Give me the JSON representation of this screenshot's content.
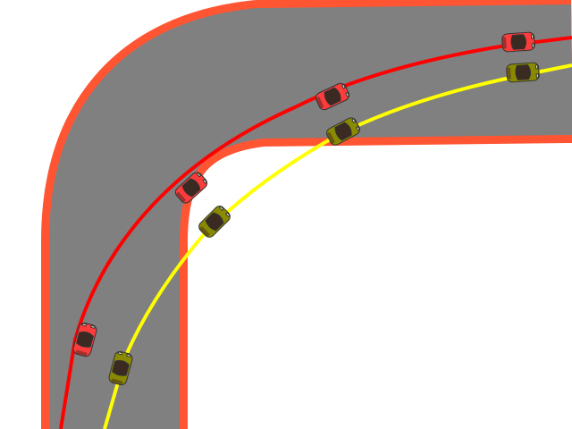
{
  "scene": {
    "background_color": "#ffffff",
    "track": {
      "asphalt_color": "#808080",
      "curb_color": "#ff5533"
    },
    "racing_lines": [
      {
        "name": "outer-line",
        "color": "#ff0000"
      },
      {
        "name": "inner-line",
        "color": "#ffff00"
      }
    ],
    "cars": [
      {
        "team": "red",
        "body_color": "#ff3b3b",
        "icon": "car-icon"
      },
      {
        "team": "red",
        "body_color": "#ff3b3b",
        "icon": "car-icon"
      },
      {
        "team": "red",
        "body_color": "#ff3b3b",
        "icon": "car-icon"
      },
      {
        "team": "red",
        "body_color": "#ff3b3b",
        "icon": "car-icon"
      },
      {
        "team": "olive",
        "body_color": "#8a8a00",
        "icon": "car-icon"
      },
      {
        "team": "olive",
        "body_color": "#8a8a00",
        "icon": "car-icon"
      },
      {
        "team": "olive",
        "body_color": "#8a8a00",
        "icon": "car-icon"
      },
      {
        "team": "olive",
        "body_color": "#8a8a00",
        "icon": "car-icon"
      }
    ]
  }
}
